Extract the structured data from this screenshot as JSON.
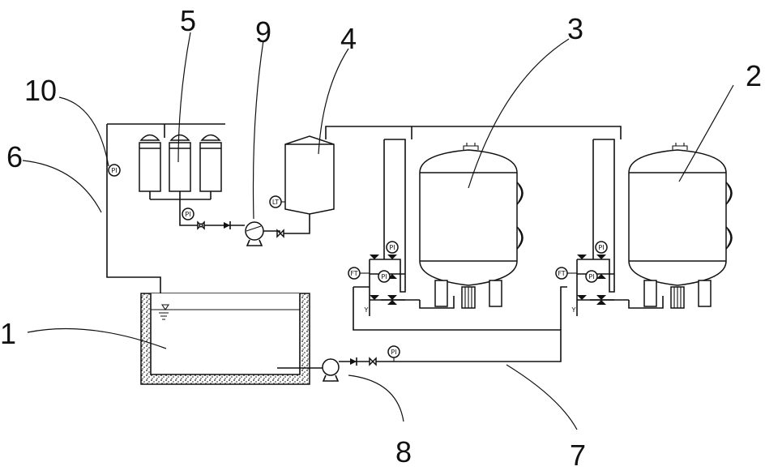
{
  "callouts": {
    "c1": "1",
    "c2": "2",
    "c3": "3",
    "c4": "4",
    "c5": "5",
    "c6": "6",
    "c7": "7",
    "c8": "8",
    "c9": "9",
    "c10": "10"
  },
  "instruments": {
    "pi": "PI",
    "ft": "FT",
    "lt": "LT",
    "y": "Y"
  },
  "colors": {
    "line": "#111111",
    "background": "#ffffff"
  }
}
